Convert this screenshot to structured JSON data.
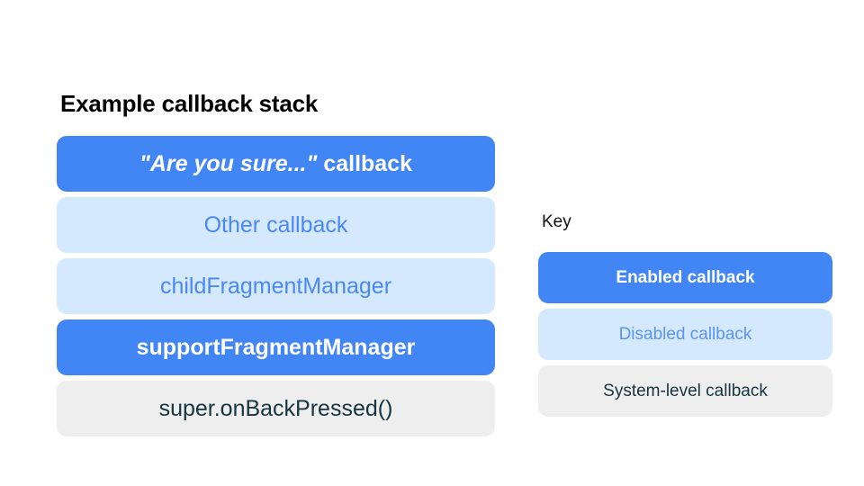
{
  "colors": {
    "enabled_bg": "#4285f4",
    "enabled_text": "#ffffff",
    "disabled_bg": "#d4e9fd",
    "disabled_text": "#4b87f5",
    "system_bg": "#eeeeee",
    "system_text": "#173540",
    "page_bg": "#ffffff",
    "title_text": "#030303"
  },
  "stack": {
    "title": "Example callback stack",
    "rows": [
      {
        "label": "\"Are you sure...\" callback",
        "quoted_part": "\"Are you sure...\"",
        "plain_part": " callback",
        "state": "enabled",
        "name": "stack-row-are-you-sure-callback"
      },
      {
        "label": "Other callback",
        "state": "disabled",
        "name": "stack-row-other-callback"
      },
      {
        "label": "childFragmentManager",
        "state": "disabled",
        "name": "stack-row-child-fragment-manager"
      },
      {
        "label": "supportFragmentManager",
        "state": "enabled",
        "name": "stack-row-support-fragment-manager"
      },
      {
        "label": "super.onBackPressed()",
        "state": "system",
        "name": "stack-row-super-on-back-pressed"
      }
    ]
  },
  "key": {
    "title": "Key",
    "rows": [
      {
        "label": "Enabled callback",
        "state": "enabled",
        "name": "key-row-enabled-callback"
      },
      {
        "label": "Disabled callback",
        "state": "disabled",
        "name": "key-row-disabled-callback"
      },
      {
        "label": "System-level callback",
        "state": "system",
        "name": "key-row-system-level-callback"
      }
    ]
  }
}
